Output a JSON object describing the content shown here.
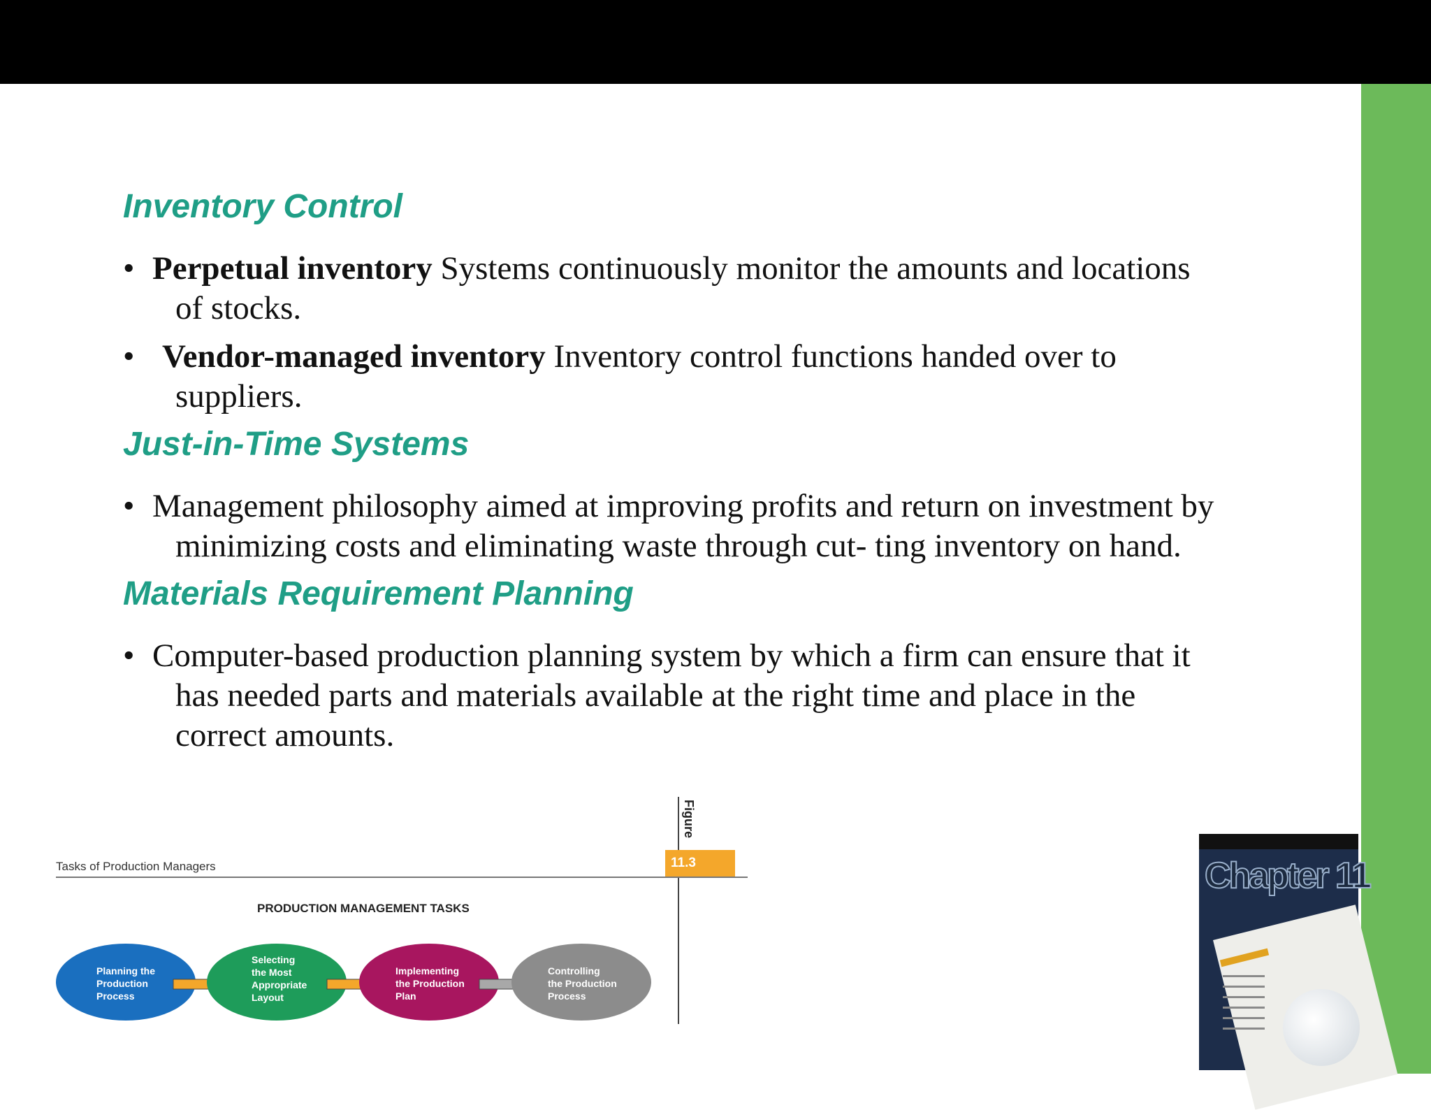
{
  "sections": [
    {
      "heading": "Inventory Control",
      "bullets": [
        {
          "term": "Perpetual inventory",
          "line1_rest": " Systems continuously monitor the amounts and locations",
          "cont": [
            "of stocks."
          ]
        },
        {
          "term": "Vendor-managed inventory",
          "line1_rest": " Inventory control functions handed over to",
          "cont": [
            "suppliers."
          ]
        }
      ]
    },
    {
      "heading": "Just-in-Time Systems",
      "bullets": [
        {
          "text": "Management philosophy aimed at improving profits and return on investment by",
          "cont": [
            "minimizing costs and eliminating waste through cut- ting inventory on hand."
          ]
        }
      ]
    },
    {
      "heading": "Materials Requirement Planning",
      "bullets": [
        {
          "text": "Computer-based production planning system by which a firm can ensure that it",
          "cont": [
            "has needed parts and materials available at the right time and place in the",
            "correct amounts."
          ]
        }
      ]
    }
  ],
  "bullet_char": "•",
  "figure": {
    "title": "Tasks of Production Managers",
    "label": "Figure",
    "number": "11.3",
    "heading": "PRODUCTION MANAGEMENT TASKS",
    "steps": [
      {
        "lines": [
          "Planning the",
          "Production",
          "Process"
        ],
        "color": "#1a6fbf"
      },
      {
        "lines": [
          "Selecting",
          "the Most",
          "Appropriate",
          "Layout"
        ],
        "color": "#1e9c5a"
      },
      {
        "lines": [
          "Implementing",
          "the Production",
          "Plan"
        ],
        "color": "#a8165f"
      },
      {
        "lines": [
          "Controlling",
          "the Production",
          "Process"
        ],
        "color": "#8c8c8c"
      }
    ]
  },
  "book": {
    "cover_title": "Chapter 11"
  }
}
